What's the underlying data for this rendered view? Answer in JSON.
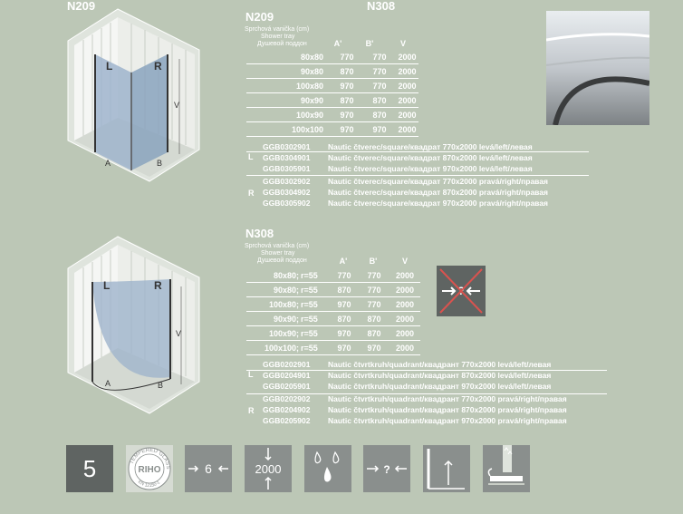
{
  "top_labels": {
    "left": "N209",
    "right": "N308"
  },
  "n209": {
    "title": "N209",
    "tray_label_cz": "Sprchová vanička (cm)",
    "tray_label_en": "Shower tray",
    "tray_label_ru": "Душевой поддон",
    "col_a": "A'",
    "col_b": "B'",
    "col_v": "V",
    "rows": [
      {
        "size": "80x80",
        "a": "770",
        "b": "770",
        "v": "2000"
      },
      {
        "size": "90x80",
        "a": "870",
        "b": "770",
        "v": "2000"
      },
      {
        "size": "100x80",
        "a": "970",
        "b": "770",
        "v": "2000"
      },
      {
        "size": "90x90",
        "a": "870",
        "b": "870",
        "v": "2000"
      },
      {
        "size": "100x90",
        "a": "970",
        "b": "870",
        "v": "2000"
      },
      {
        "size": "100x100",
        "a": "970",
        "b": "970",
        "v": "2000"
      }
    ],
    "side_left": "L",
    "side_right": "R",
    "codes": [
      {
        "code": "GGB0302901",
        "desc": "Nautic čtverec/square/квадрат 770x2000 levá/left/левая"
      },
      {
        "code": "GGB0304901",
        "desc": "Nautic čtverec/square/квадрат 870x2000 levá/left/левая"
      },
      {
        "code": "GGB0305901",
        "desc": "Nautic čtverec/square/квадрат 970x2000 levá/left/левая"
      },
      {
        "code": "GGB0302902",
        "desc": "Nautic čtverec/square/квадрат 770x2000 pravá/right/правая"
      },
      {
        "code": "GGB0304902",
        "desc": "Nautic čtverec/square/квадрат 870x2000 pravá/right/правая"
      },
      {
        "code": "GGB0305902",
        "desc": "Nautic čtverec/square/квадрат 970x2000 pravá/right/правая"
      }
    ]
  },
  "n308": {
    "title": "N308",
    "tray_label_cz": "Sprchová vanička (cm)",
    "tray_label_en": "Shower tray",
    "tray_label_ru": "Душевой поддон",
    "col_a": "A'",
    "col_b": "B'",
    "col_v": "V",
    "rows": [
      {
        "size": "80x80;",
        "r": "r=55",
        "a": "770",
        "b": "770",
        "v": "2000"
      },
      {
        "size": "90x80;",
        "r": "r=55",
        "a": "870",
        "b": "770",
        "v": "2000"
      },
      {
        "size": "100x80;",
        "r": "r=55",
        "a": "970",
        "b": "770",
        "v": "2000"
      },
      {
        "size": "90x90;",
        "r": "r=55",
        "a": "870",
        "b": "870",
        "v": "2000"
      },
      {
        "size": "100x90;",
        "r": "r=55",
        "a": "970",
        "b": "870",
        "v": "2000"
      },
      {
        "size": "100x100;",
        "r": "r=55",
        "a": "970",
        "b": "970",
        "v": "2000"
      }
    ],
    "side_left": "L",
    "side_right": "R",
    "codes": [
      {
        "code": "GGB0202901",
        "desc": "Nautic čtvrtkruh/quadrant/квадрант 770x2000 levá/left/левая"
      },
      {
        "code": "GGB0204901",
        "desc": "Nautic čtvrtkruh/quadrant/квадрант 870x2000 levá/left/левая"
      },
      {
        "code": "GGB0205901",
        "desc": "Nautic čtvrtkruh/quadrant/квадрант 970x2000 levá/left/левая"
      },
      {
        "code": "GGB0202902",
        "desc": "Nautic čtvrtkruh/quadrant/квадрант 770x2000 pravá/right/правая"
      },
      {
        "code": "GGB0204902",
        "desc": "Nautic čtvrtkruh/quadrant/квадрант 870x2000 pravá/right/правая"
      },
      {
        "code": "GGB0205902",
        "desc": "Nautic čtvrtkruh/quadrant/квадрант 970x2000 pravá/right/правая"
      }
    ]
  },
  "diagram_labels": {
    "a": "A",
    "b": "B",
    "v": "V",
    "l": "L",
    "r": "R"
  },
  "icons": {
    "years": "5",
    "glass_brand": "RIHO",
    "glass_ring_text": "TEMPERED GLASS",
    "glass_cert": "EN 12150-1",
    "thickness": "6",
    "height": "2000"
  },
  "colors": {
    "background": "#bcc7b6",
    "icon_bg": "#8a8f8d",
    "text": "#ffffff",
    "dark_icon": "#5f6462",
    "cross": "#d9534f"
  }
}
